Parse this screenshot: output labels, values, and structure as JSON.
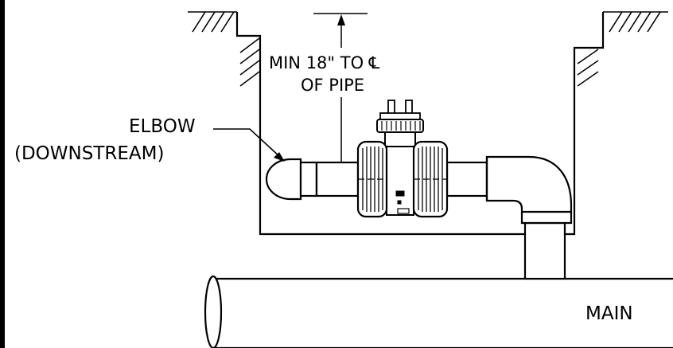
{
  "labels": {
    "dimension_line1": "MIN 18\" TO ℄",
    "dimension_line2": "OF PIPE",
    "elbow_line1": "ELBOW",
    "elbow_line2": "(DOWNSTREAM)",
    "main": "MAIN"
  },
  "colors": {
    "ink": "#000000",
    "background": "#ffffff"
  }
}
